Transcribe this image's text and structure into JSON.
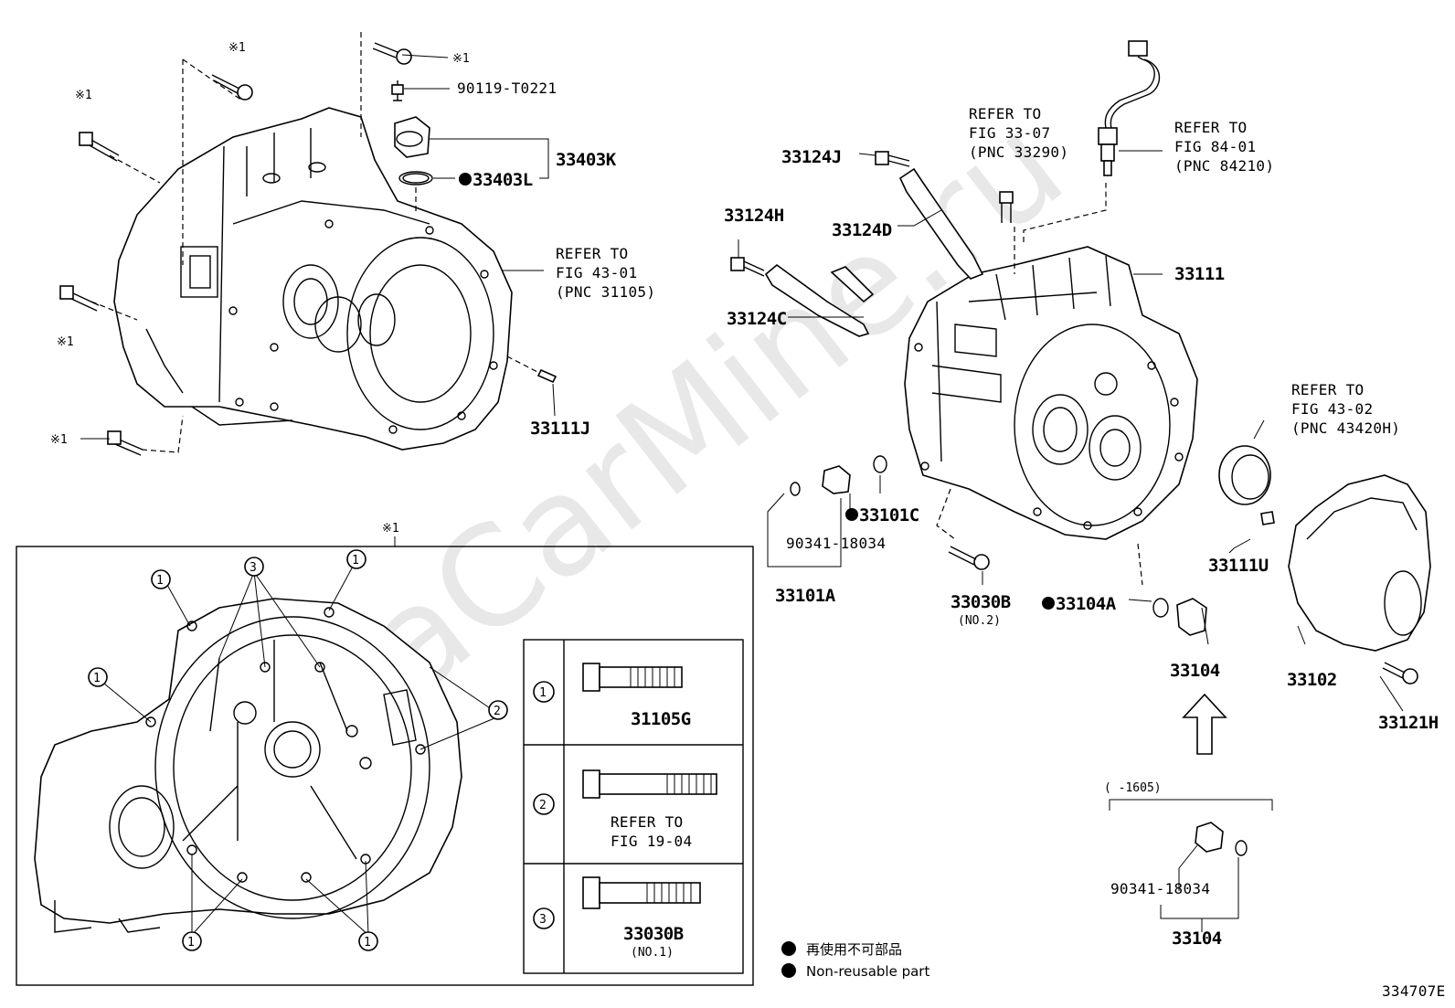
{
  "watermark": "ToyotaCarMine.ru",
  "labels": {
    "p_90119": "90119-T0221",
    "p_33403K": "33403K",
    "p_33403L": "33403L",
    "p_33111J": "33111J",
    "p_33124J": "33124J",
    "p_33124H": "33124H",
    "p_33124D": "33124D",
    "p_33124C": "33124C",
    "p_33111": "33111",
    "p_33101C": "33101C",
    "p_90341_a": "90341-18034",
    "p_33101A": "33101A",
    "p_33030B": "33030B",
    "p_33030B_sub": "(NO.2)",
    "p_33104A": "33104A",
    "p_33104": "33104",
    "p_33111U": "33111U",
    "p_33102": "33102",
    "p_33121H": "33121H",
    "p_90341_b": "90341-18034",
    "p_33104_b": "33104",
    "range_1605": "(      -1605)",
    "code": "334707E"
  },
  "refs": {
    "r1": [
      "REFER TO",
      "FIG 43-01",
      "(PNC 31105)"
    ],
    "r2": [
      "REFER TO",
      "FIG 33-07",
      "(PNC 33290)"
    ],
    "r3": [
      "REFER TO",
      "FIG 84-01",
      "(PNC 84210)"
    ],
    "r4": [
      "REFER TO",
      "FIG 43-02",
      "(PNC 43420H)"
    ]
  },
  "marks": {
    "asterisk": "※1",
    "circ1": "1",
    "circ2": "2",
    "circ3": "3"
  },
  "table": [
    {
      "num": "1",
      "part": "31105G",
      "sub": ""
    },
    {
      "num": "2",
      "part": "REFER TO",
      "sub": "FIG 19-04"
    },
    {
      "num": "3",
      "part": "33030B",
      "sub": "(NO.1)"
    }
  ],
  "legend": [
    {
      "text": "再使用不可部品"
    },
    {
      "text": "Non-reusable part"
    }
  ]
}
